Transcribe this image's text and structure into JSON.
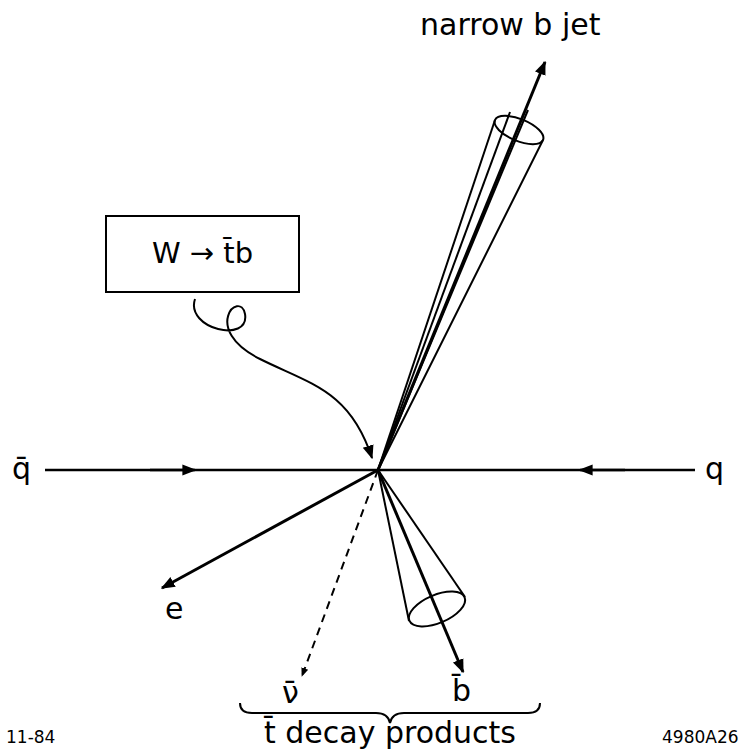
{
  "diagram": {
    "nodes": [
      {
        "text": [
          "W → t̄b"
        ]
      }
    ],
    "labels": [
      "narrow b jet",
      "q̄",
      "q",
      "e",
      "ν̄",
      "b̄",
      "t̄ decay products",
      "11-84",
      "4980A26"
    ]
  }
}
